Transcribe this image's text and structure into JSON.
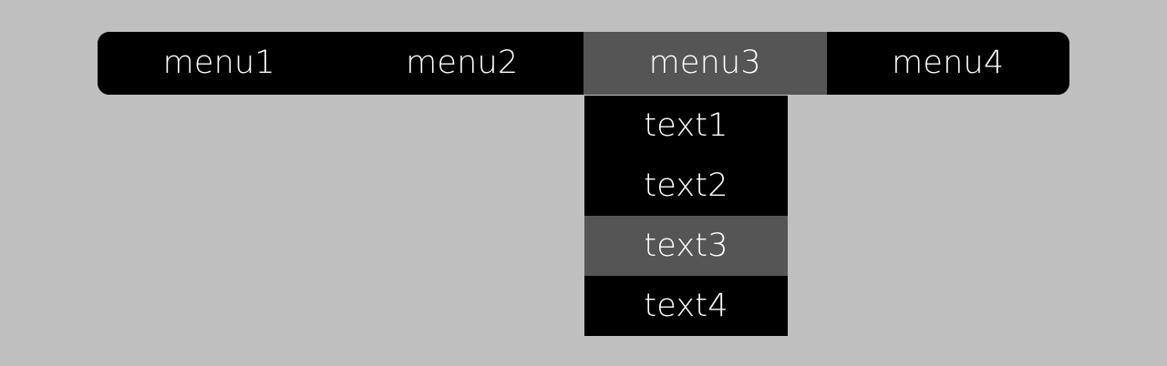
{
  "palette": {
    "page_background": "#bfbfbf",
    "bar_background": "#000000",
    "highlight": "#555555",
    "text": "#ffffff"
  },
  "menubar": {
    "items": [
      {
        "label": "menu1",
        "state": "normal"
      },
      {
        "label": "menu2",
        "state": "normal"
      },
      {
        "label": "menu3",
        "state": "highlighted"
      },
      {
        "label": "menu4",
        "state": "normal"
      }
    ]
  },
  "dropdown": {
    "parent": "menu3",
    "items": [
      {
        "label": "text1",
        "state": "normal"
      },
      {
        "label": "text2",
        "state": "normal"
      },
      {
        "label": "text3",
        "state": "highlighted"
      },
      {
        "label": "text4",
        "state": "normal"
      }
    ]
  }
}
